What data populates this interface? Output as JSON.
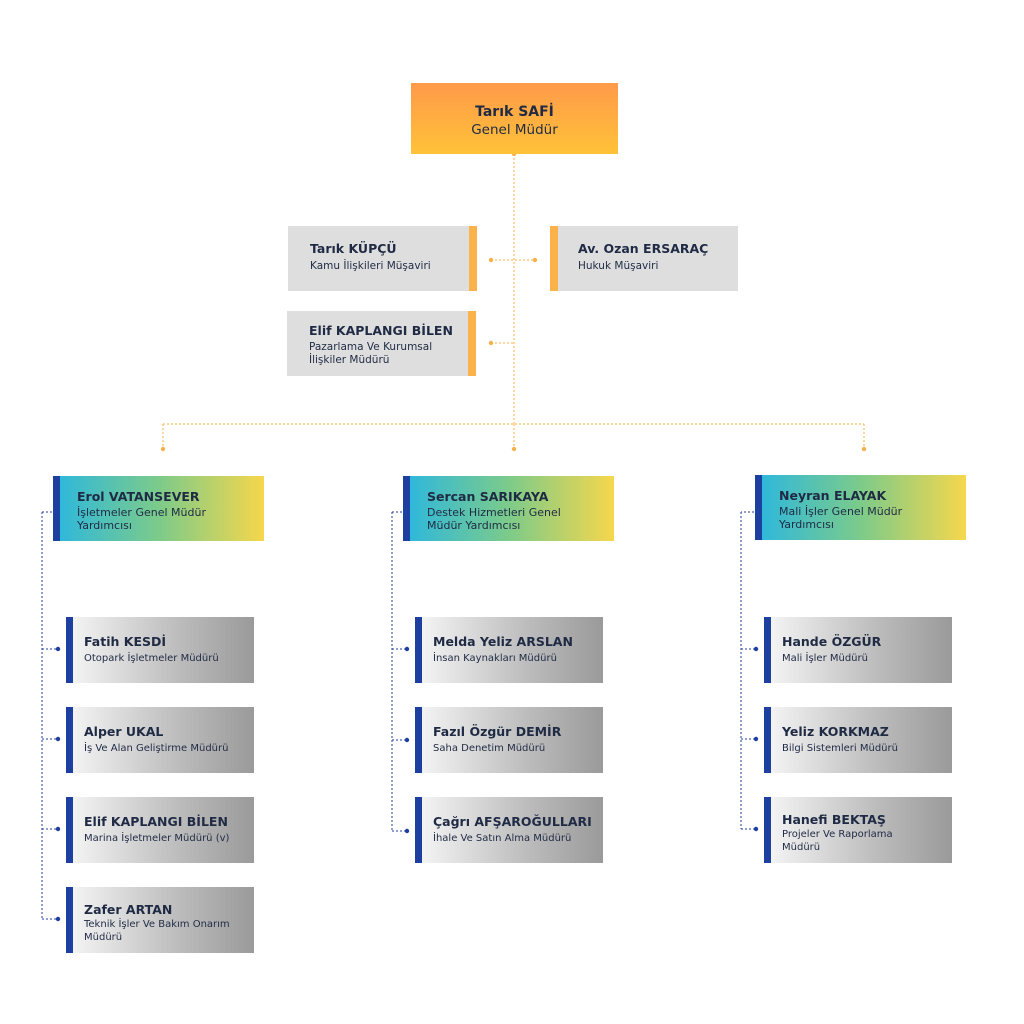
{
  "ceo": {
    "name": "Tarık SAFİ",
    "role": "Genel Müdür"
  },
  "advisors": [
    {
      "name": "Tarık KÜPÇÜ",
      "role": "Kamu İlişkileri Müşaviri"
    },
    {
      "name": "Av. Ozan ERSARAÇ",
      "role": "Hukuk Müşaviri"
    },
    {
      "name": "Elif KAPLANGI BİLEN",
      "role": "Pazarlama Ve Kurumsal İlişkiler Müdürü"
    }
  ],
  "deputies": [
    {
      "name": "Erol VATANSEVER",
      "role": "İşletmeler Genel Müdür Yardımcısı",
      "managers": [
        {
          "name": "Fatih KESDİ",
          "role": "Otopark İşletmeler Müdürü"
        },
        {
          "name": "Alper UKAL",
          "role": "İş Ve Alan Geliştirme Müdürü"
        },
        {
          "name": "Elif KAPLANGI BİLEN",
          "role": "Marina İşletmeler Müdürü (v)"
        },
        {
          "name": "Zafer ARTAN",
          "role": "Teknik İşler Ve Bakım Onarım Müdürü"
        }
      ]
    },
    {
      "name": "Sercan SARIKAYA",
      "role": "Destek Hizmetleri Genel Müdür Yardımcısı",
      "managers": [
        {
          "name": "Melda Yeliz ARSLAN",
          "role": "İnsan Kaynakları Müdürü"
        },
        {
          "name": "Fazıl Özgür DEMİR",
          "role": "Saha Denetim Müdürü"
        },
        {
          "name": "Çağrı AFŞAROĞULLARI",
          "role": "İhale Ve Satın Alma Müdürü"
        }
      ]
    },
    {
      "name": "Neyran ELAYAK",
      "role": "Mali İşler Genel Müdür Yardımcısı",
      "managers": [
        {
          "name": "Hande ÖZGÜR",
          "role": "Mali İşler Müdürü"
        },
        {
          "name": "Yeliz KORKMAZ",
          "role": "Bilgi Sistemleri Müdürü"
        },
        {
          "name": "Hanefi BEKTAŞ",
          "role": "Projeler Ve Raporlama Müdürü"
        }
      ]
    }
  ],
  "colors": {
    "orange_connector": "#f7b14a",
    "blue_connector": "#1d3fa0",
    "accent_orange": "#fbb24a",
    "accent_blue": "#1d3fa0"
  }
}
